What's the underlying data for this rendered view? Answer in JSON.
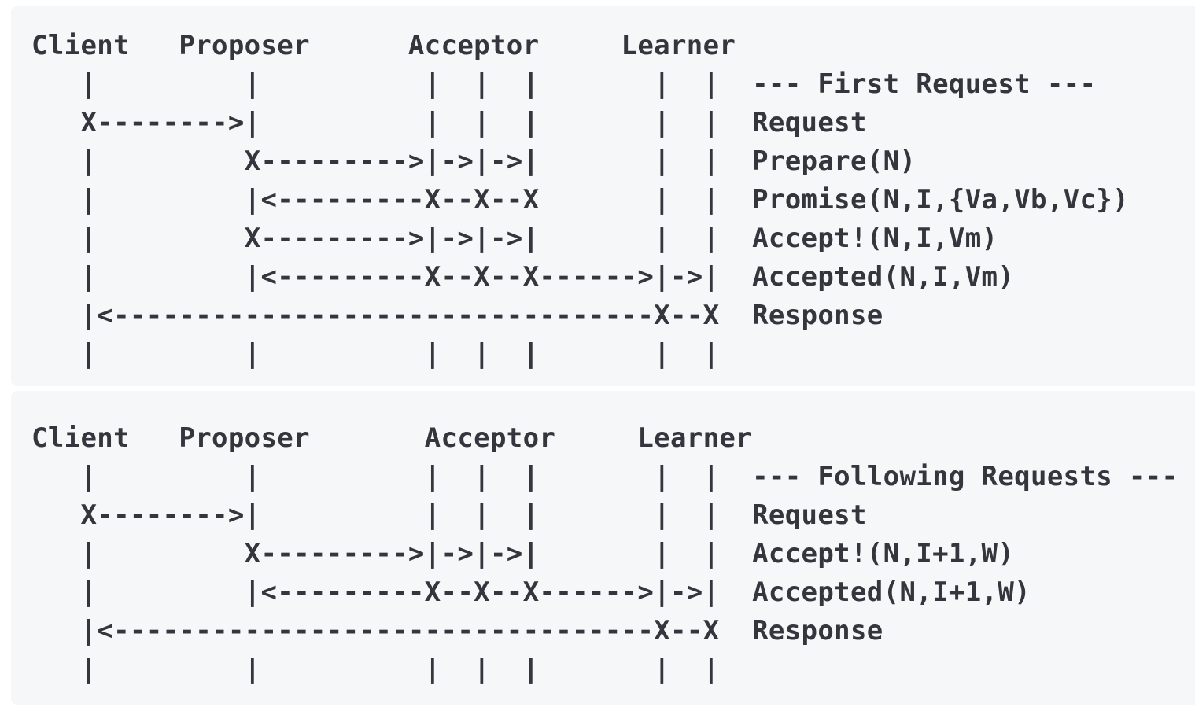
{
  "page": {
    "background_color": "#ffffff",
    "block_background_color": "#f5f7f9",
    "text_color": "#33373d"
  },
  "diagrams": [
    {
      "id": "paxos-first-request",
      "section_title": "--- First Request ---",
      "participants": [
        "Client",
        "Proposer",
        "Acceptor",
        "Learner"
      ],
      "messages": [
        "Request",
        "Prepare(N)",
        "Promise(N,I,{Va,Vb,Vc})",
        "Accept!(N,I,Vm)",
        "Accepted(N,I,Vm)",
        "Response"
      ],
      "ascii": "Client   Proposer      Acceptor     Learner\n   |         |          |  |  |       |  |  --- First Request ---\n   X-------->|          |  |  |       |  |  Request\n   |         X--------->|->|->|       |  |  Prepare(N)\n   |         |<---------X--X--X       |  |  Promise(N,I,{Va,Vb,Vc})\n   |         X--------->|->|->|       |  |  Accept!(N,I,Vm)\n   |         |<---------X--X--X------>|->|  Accepted(N,I,Vm)\n   |<---------------------------------X--X  Response\n   |         |          |  |  |       |  |"
    },
    {
      "id": "paxos-following-requests",
      "section_title": "--- Following Requests ---",
      "participants": [
        "Client",
        "Proposer",
        "Acceptor",
        "Learner"
      ],
      "messages": [
        "Request",
        "Accept!(N,I+1,W)",
        "Accepted(N,I+1,W)",
        "Response"
      ],
      "ascii": "Client   Proposer       Acceptor     Learner\n   |         |          |  |  |       |  |  --- Following Requests ---\n   X-------->|          |  |  |       |  |  Request\n   |         X--------->|->|->|       |  |  Accept!(N,I+1,W)\n   |         |<---------X--X--X------>|->|  Accepted(N,I+1,W)\n   |<---------------------------------X--X  Response\n   |         |          |  |  |       |  |"
    }
  ]
}
